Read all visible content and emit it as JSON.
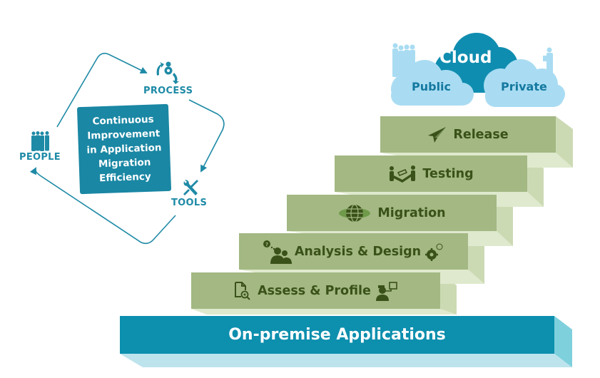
{
  "cycle": {
    "center_lines": [
      "Continuous",
      "Improvement",
      "in Application",
      "Migration",
      "Efficiency"
    ],
    "nodes": {
      "process": {
        "label": "PROCESS",
        "icon": "gears-cycle-icon"
      },
      "tools": {
        "label": "TOOLS",
        "icon": "tools-icon"
      },
      "people": {
        "label": "PEOPLE",
        "icon": "people-group-icon"
      }
    },
    "colors": {
      "primary": "#1a87a4",
      "arrow": "#1e8aa6"
    }
  },
  "cloud": {
    "title": "Cloud",
    "public_label": "Public",
    "private_label": "Private",
    "colors": {
      "main": "#0f8db0",
      "light": "#a9dcf2",
      "text_dark": "#1479a0"
    }
  },
  "staircase": {
    "steps": [
      {
        "label": "Assess & Profile",
        "icon": "document-search-icon",
        "icon_right": "user-screens-icon"
      },
      {
        "label": "Analysis & Design",
        "icon": "users-question-icon",
        "icon_right": "gears-icon"
      },
      {
        "label": "Migration",
        "icon": "globe-orbit-icon"
      },
      {
        "label": "Testing",
        "icon": "testers-icon"
      },
      {
        "label": "Release",
        "icon": "paper-plane-icon"
      }
    ],
    "base_label": "On-premise Applications",
    "colors": {
      "step_face": "#a3b883",
      "step_side": "#ccdab4",
      "step_top": "#dfe9cd",
      "step_text": "#3a5219",
      "base_face": "#0d8fae",
      "base_side": "#7fd0dd",
      "base_bottom": "#bde4ed"
    }
  }
}
